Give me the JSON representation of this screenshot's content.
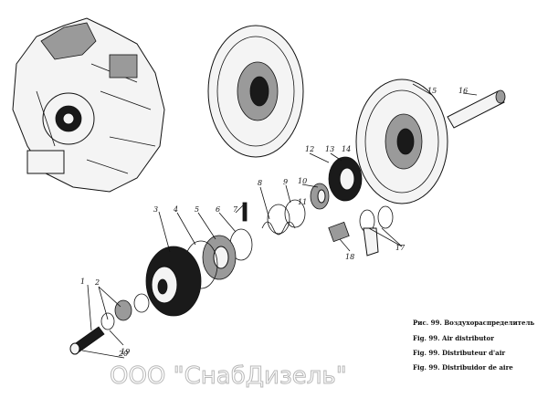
{
  "labels": [
    "1",
    "2",
    "3",
    "4",
    "5",
    "6",
    "7",
    "8",
    "9",
    "10",
    "11",
    "12",
    "13",
    "14",
    "15",
    "16",
    "17",
    "18",
    "19",
    "20"
  ],
  "caption": {
    "line1": "Рис. 99. Воздухораспределитель",
    "line2": "Fig. 99. Air distributor",
    "line3": "Fig. 99. Distributeur d'air",
    "line4": "Fig. 99. Distribuidor de aire"
  },
  "watermark": "ООО \"СнабДизель\""
}
